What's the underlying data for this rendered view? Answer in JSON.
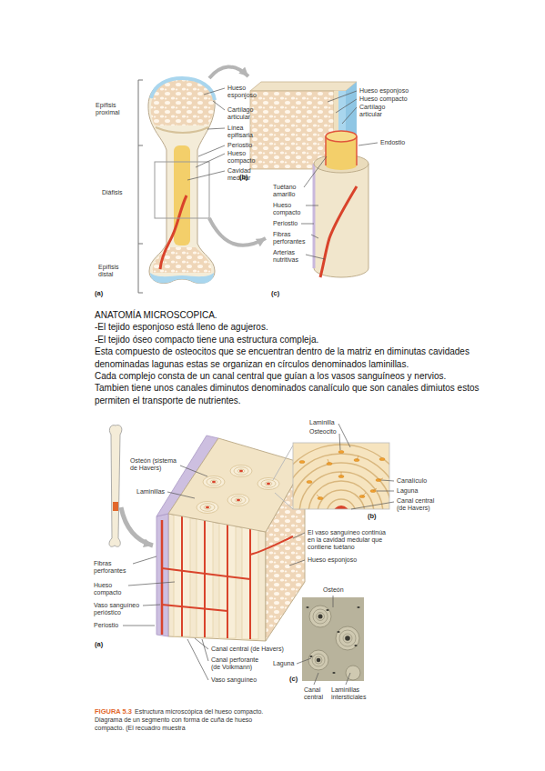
{
  "diagram": {
    "title": "ANATOMÍA MICROSCOPICA.",
    "caption": "Estructura microscópica del hueso compacto. Diagrama de un segmento con forma de cuña de hueso compacto. (El recuadro muestra",
    "labels": [
      "Hueso esponjoso",
      "Epífisis proximal",
      "Cartílago articular",
      "Línea epifisaria",
      "Periostio",
      "Hueso compacto",
      "Cavidad medular",
      "Diáfisis",
      "Epífisis distal",
      "(a)",
      "Hueso esponjoso",
      "Hueso compacto",
      "Cartílago articular",
      "(b)",
      "Endostio",
      "Tuétano amarillo",
      "Hueso compacto",
      "Periostio",
      "Fibras perforantes",
      "Arterias nutritivas",
      "(c)",
      "-El tejido esponjoso está lleno de agujeros.",
      "-El tejido óseo compacto tiene una estructura compleja.",
      "Esta compuesto de osteocitos que se encuentran dentro de la matriz en diminutas cavidades denominadas lagunas estas se organizan en círculos denominados laminillas.",
      "Cada complejo consta de un canal central que guían a los vasos sanguíneos y nervios.",
      "Tambien tiene unos canales diminutos denominados canalículo que son canales dimiutos estos permiten el transporte de nutrientes.",
      "Osteón (sistema de Havers)",
      "Laminillas",
      "Laminilla",
      "Osteocito",
      "Canalículo",
      "Laguna",
      "Canal central (de Havers)",
      "(b)",
      "El vaso sanguíneo continúa en la cavidad medular que contiene tuétano",
      "Hueso esponjoso",
      "Fibras perforantes",
      "Hueso compacto",
      "Vaso sanguíneo perióstico",
      "Periostio",
      "(a)",
      "Canal central (de Havers)",
      "Canal perforante (de Volkmann)",
      "Vaso sanguíneo",
      "Osteón",
      "Laguna",
      "(c)",
      "Canal central",
      "Laminillas intersticiales",
      "FIGURA 5.3"
    ]
  }
}
